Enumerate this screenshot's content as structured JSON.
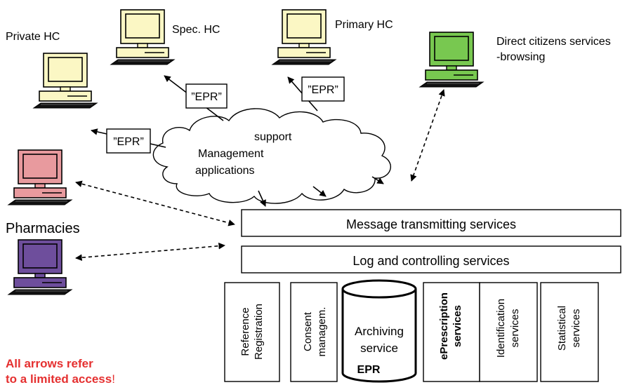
{
  "labels": {
    "private_hc": "Private HC",
    "spec_hc": "Spec. HC",
    "primary_hc": "Primary HC",
    "direct_line1": "Direct citizens services",
    "direct_line2": "-browsing",
    "pharmacies": "Pharmacies"
  },
  "epr_tags": [
    "”EPR”",
    "”EPR”",
    "”EPR”"
  ],
  "cloud": {
    "line1": "support",
    "line2": "Management",
    "line3": "applications"
  },
  "services": {
    "message": "Message transmitting services",
    "log": "Log and controlling services"
  },
  "columns": {
    "reference_line1": "Reference",
    "reference_line2": "Registration",
    "consent_line1": "Consent",
    "consent_line2": "managem.",
    "archiving_line1": "Archiving",
    "archiving_line2": "service",
    "archiving_epr": "EPR",
    "eprescription_line1": "ePrescription",
    "eprescription_line2": "services",
    "identification_line1": "Identification",
    "identification_line2": "services",
    "statistical_line1": "Statistical",
    "statistical_line2": "services"
  },
  "note": {
    "line1": "All arrows refer",
    "line2": "to  a limited access",
    "line2_suffix": "!"
  },
  "colors": {
    "computer_yellow": "#fbf7c4",
    "computer_green": "#78c850",
    "computer_pink": "#e89a9e",
    "computer_purple": "#6e4e9c",
    "note_red": "#e53030"
  }
}
